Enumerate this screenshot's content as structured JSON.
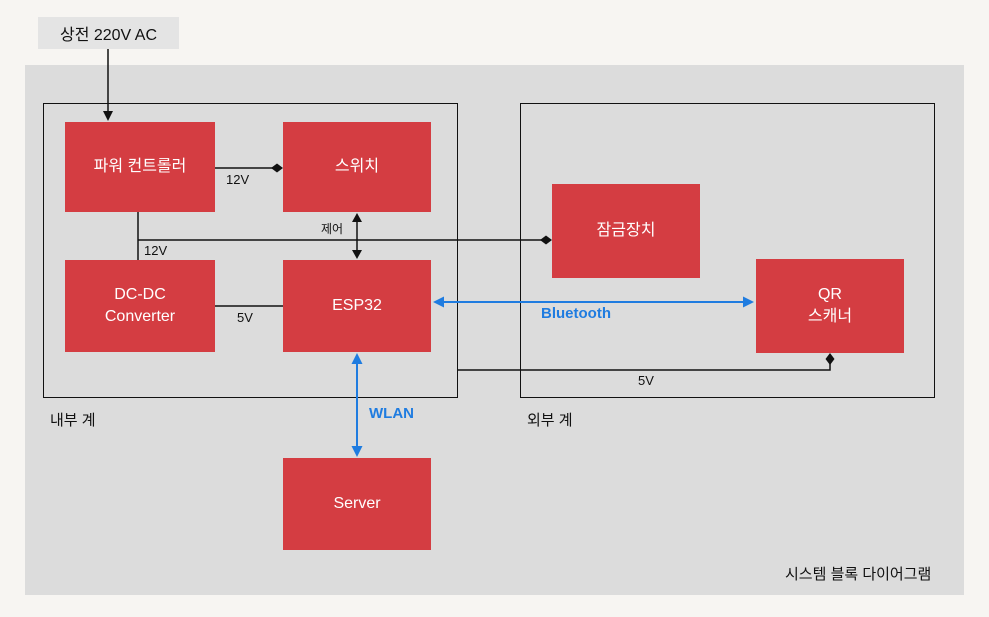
{
  "page": {
    "caption": "시스템 블록 다이어그램"
  },
  "source": {
    "label": "상전 220V AC"
  },
  "groups": {
    "inner": "내부 계",
    "outer": "외부 계"
  },
  "nodes": {
    "power_controller": "파워 컨트롤러",
    "switch": "스위치",
    "dcdc": "DC-DC\nConverter",
    "esp32": "ESP32",
    "lock": "잠금장치",
    "qr": "QR\n스캐너",
    "server": "Server"
  },
  "edges": {
    "v12_horizontal": "12V",
    "v12_vertical": "12V",
    "control": "제어",
    "v5": "5V",
    "bluetooth": "Bluetooth",
    "wlan": "WLAN",
    "v5_bottom": "5V"
  },
  "colors": {
    "node_fill": "#d43d42",
    "wireless_blue": "#1f7ce0",
    "panel_gray": "#dcdcdc"
  }
}
